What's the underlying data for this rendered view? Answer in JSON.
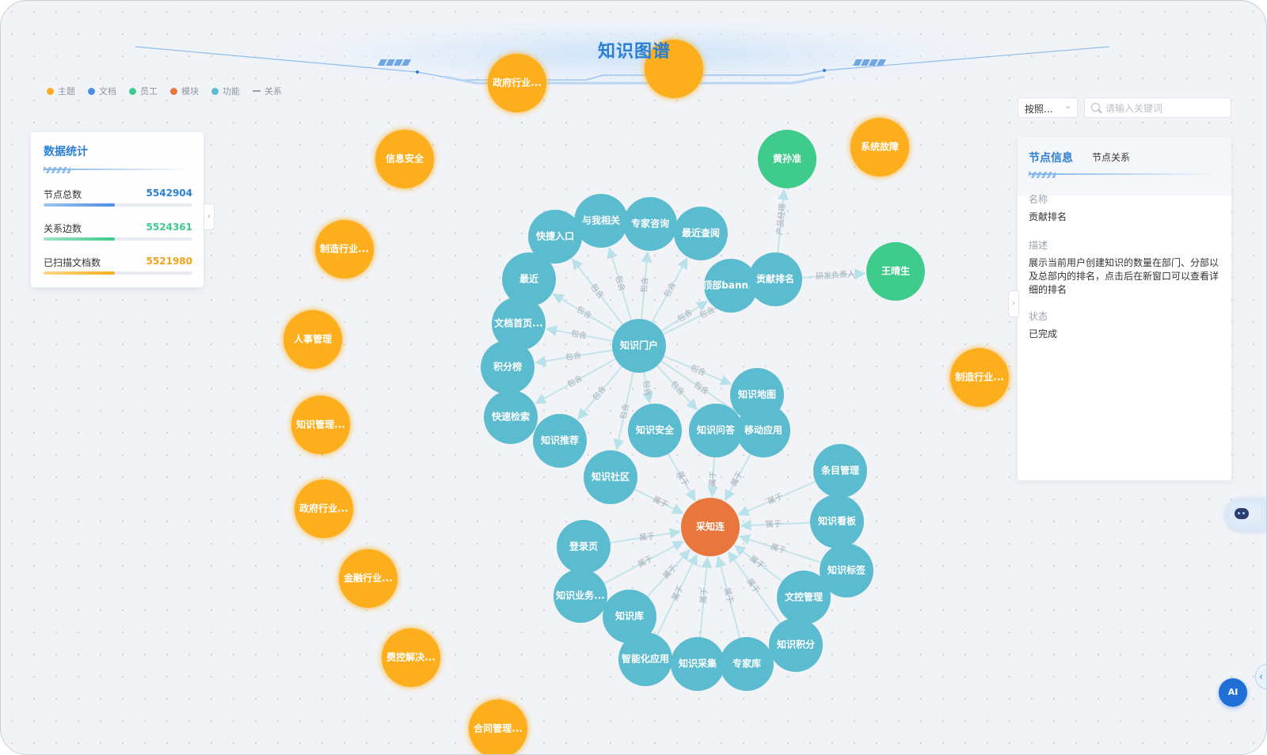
{
  "title": "知识图谱",
  "colors": {
    "topic": "#fcae1e",
    "document": "#4a90e2",
    "staff": "#3ecb8b",
    "module": "#e8763d",
    "function": "#5bbcd0",
    "accent": "#2a7fd4"
  },
  "legend": [
    {
      "label": "主题",
      "color": "#fcae1e"
    },
    {
      "label": "文档",
      "color": "#4a90e2"
    },
    {
      "label": "员工",
      "color": "#3ecb8b"
    },
    {
      "label": "模块",
      "color": "#e8763d"
    },
    {
      "label": "功能",
      "color": "#5bbcd0"
    }
  ],
  "legend_relation": "关系",
  "stats": {
    "title": "数据统计",
    "items": [
      {
        "label": "节点总数",
        "value": "5542904",
        "color": "#4a90e2",
        "progress": 0.48
      },
      {
        "label": "关系边数",
        "value": "5524361",
        "color": "#3ecb8b",
        "progress": 0.48
      },
      {
        "label": "已扫描文档数",
        "value": "5521980",
        "color": "#fcae1e",
        "progress": 0.48
      }
    ]
  },
  "controls": {
    "sort_value": "按照...",
    "search_placeholder": "请输入关键词"
  },
  "info": {
    "tab_active": "节点信息",
    "tab_other": "节点关系",
    "name_label": "名称",
    "name_value": "贡献排名",
    "desc_label": "描述",
    "desc_value": "展示当前用户创建知识的数量在部门、分部以及总部内的排名，点击后在新窗口可以查看详细的排名",
    "status_label": "状态",
    "status_value": "已完成"
  },
  "ai_label": "AI",
  "graph": {
    "nodes": [
      {
        "id": "t1",
        "label": "政府行业...",
        "type": "topic"
      },
      {
        "id": "t2",
        "label": "",
        "type": "topic"
      },
      {
        "id": "t3",
        "label": "信息安全",
        "type": "topic"
      },
      {
        "id": "t4",
        "label": "系统故障",
        "type": "topic"
      },
      {
        "id": "t5",
        "label": "制造行业...",
        "type": "topic"
      },
      {
        "id": "t6",
        "label": "人事管理",
        "type": "topic"
      },
      {
        "id": "t7",
        "label": "知识管理...",
        "type": "topic"
      },
      {
        "id": "t8",
        "label": "政府行业...",
        "type": "topic"
      },
      {
        "id": "t9",
        "label": "金融行业...",
        "type": "topic"
      },
      {
        "id": "t10",
        "label": "费控解决...",
        "type": "topic"
      },
      {
        "id": "t11",
        "label": "合同管理...",
        "type": "topic"
      },
      {
        "id": "t12",
        "label": "制造行业...",
        "type": "topic"
      },
      {
        "id": "s1",
        "label": "黄孙准",
        "type": "staff"
      },
      {
        "id": "s2",
        "label": "王晴生",
        "type": "staff"
      },
      {
        "id": "portal",
        "label": "知识门户",
        "type": "function"
      },
      {
        "id": "f1",
        "label": "快捷入口",
        "type": "function"
      },
      {
        "id": "f2",
        "label": "与我相关",
        "type": "function"
      },
      {
        "id": "f3",
        "label": "专家咨询",
        "type": "function"
      },
      {
        "id": "f4",
        "label": "最近查阅",
        "type": "function"
      },
      {
        "id": "f5",
        "label": "顶部bann...",
        "type": "function"
      },
      {
        "id": "f6",
        "label": "贡献排名",
        "type": "function"
      },
      {
        "id": "f7",
        "label": "最近",
        "type": "function"
      },
      {
        "id": "f8",
        "label": "文档首页...",
        "type": "function"
      },
      {
        "id": "f9",
        "label": "积分榜",
        "type": "function"
      },
      {
        "id": "f10",
        "label": "快速检索",
        "type": "function"
      },
      {
        "id": "f11",
        "label": "知识推荐",
        "type": "function"
      },
      {
        "id": "f12",
        "label": "知识地图",
        "type": "function"
      },
      {
        "id": "f13",
        "label": "知识安全",
        "type": "function"
      },
      {
        "id": "f14",
        "label": "知识问答",
        "type": "function"
      },
      {
        "id": "f15",
        "label": "移动应用",
        "type": "function"
      },
      {
        "id": "f16",
        "label": "知识社区",
        "type": "function"
      },
      {
        "id": "core",
        "label": "采知连",
        "type": "module"
      },
      {
        "id": "m1",
        "label": "登录页",
        "type": "function"
      },
      {
        "id": "m2",
        "label": "知识业务...",
        "type": "function"
      },
      {
        "id": "m3",
        "label": "知识库",
        "type": "function"
      },
      {
        "id": "m4",
        "label": "智能化应用",
        "type": "function"
      },
      {
        "id": "m5",
        "label": "知识采集",
        "type": "function"
      },
      {
        "id": "m6",
        "label": "专家库",
        "type": "function"
      },
      {
        "id": "m7",
        "label": "知识积分",
        "type": "function"
      },
      {
        "id": "m8",
        "label": "文控管理",
        "type": "function"
      },
      {
        "id": "m9",
        "label": "知识标签",
        "type": "function"
      },
      {
        "id": "m10",
        "label": "知识看板",
        "type": "function"
      },
      {
        "id": "m11",
        "label": "条目管理",
        "type": "function"
      }
    ],
    "edges": [
      {
        "from": "portal",
        "to": "f1",
        "label": "包含"
      },
      {
        "from": "portal",
        "to": "f2",
        "label": "包含"
      },
      {
        "from": "portal",
        "to": "f3",
        "label": "包含"
      },
      {
        "from": "portal",
        "to": "f4",
        "label": "包含"
      },
      {
        "from": "portal",
        "to": "f5",
        "label": "包含"
      },
      {
        "from": "portal",
        "to": "f6",
        "label": "包含"
      },
      {
        "from": "portal",
        "to": "f7",
        "label": "包含"
      },
      {
        "from": "portal",
        "to": "f8",
        "label": "包含"
      },
      {
        "from": "portal",
        "to": "f9",
        "label": "包含"
      },
      {
        "from": "portal",
        "to": "f10",
        "label": "包含"
      },
      {
        "from": "portal",
        "to": "f11",
        "label": "包含"
      },
      {
        "from": "portal",
        "to": "f12",
        "label": "包含"
      },
      {
        "from": "portal",
        "to": "f13",
        "label": "包含"
      },
      {
        "from": "portal",
        "to": "f14",
        "label": "包含"
      },
      {
        "from": "portal",
        "to": "f15",
        "label": "包含"
      },
      {
        "from": "portal",
        "to": "f16",
        "label": "包含"
      },
      {
        "from": "f6",
        "to": "s1",
        "label": "产品经理"
      },
      {
        "from": "f6",
        "to": "s2",
        "label": "研发负责人"
      },
      {
        "from": "f16",
        "to": "core",
        "label": "属于"
      },
      {
        "from": "f13",
        "to": "core",
        "label": "属于"
      },
      {
        "from": "f14",
        "to": "core",
        "label": "属于"
      },
      {
        "from": "f15",
        "to": "core",
        "label": "属于"
      },
      {
        "from": "m1",
        "to": "core",
        "label": "属于"
      },
      {
        "from": "m2",
        "to": "core",
        "label": "属于"
      },
      {
        "from": "m3",
        "to": "core",
        "label": "属于"
      },
      {
        "from": "m4",
        "to": "core",
        "label": "属于"
      },
      {
        "from": "m5",
        "to": "core",
        "label": "属于"
      },
      {
        "from": "m6",
        "to": "core",
        "label": "属于"
      },
      {
        "from": "m7",
        "to": "core",
        "label": "属于"
      },
      {
        "from": "m8",
        "to": "core",
        "label": "属于"
      },
      {
        "from": "m9",
        "to": "core",
        "label": "属于"
      },
      {
        "from": "m10",
        "to": "core",
        "label": "属于"
      },
      {
        "from": "m11",
        "to": "core",
        "label": "属于"
      }
    ]
  }
}
